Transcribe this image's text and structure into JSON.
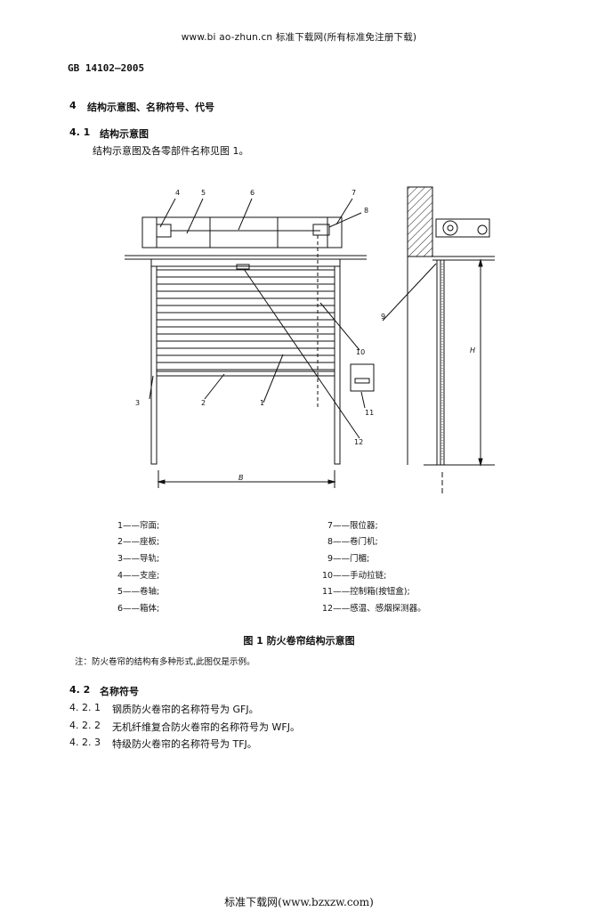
{
  "header": {
    "site": "www.bi ao-zhun.cn   标准下载网(所有标准免注册下载)"
  },
  "standard": {
    "code": "GB 14102—2005"
  },
  "section4": {
    "num": "4",
    "title": "结构示意图、名称符号、代号"
  },
  "section41": {
    "num": "4. 1",
    "title": "结构示意图",
    "text": "结构示意图及各零部件名称见图 1。"
  },
  "figure": {
    "callouts": [
      "1",
      "2",
      "3",
      "4",
      "5",
      "6",
      "7",
      "8",
      "9",
      "10",
      "11",
      "12"
    ],
    "dim_b": "B",
    "dim_h": "H",
    "legend_left": [
      {
        "num": "1",
        "label": "帘面;"
      },
      {
        "num": "2",
        "label": "座板;"
      },
      {
        "num": "3",
        "label": "导轨;"
      },
      {
        "num": "4",
        "label": "支座;"
      },
      {
        "num": "5",
        "label": "卷轴;"
      },
      {
        "num": "6",
        "label": "箱体;"
      }
    ],
    "legend_right": [
      {
        "num": "7",
        "label": "限位器;"
      },
      {
        "num": "8",
        "label": "卷门机;"
      },
      {
        "num": "9",
        "label": "门楣;"
      },
      {
        "num": "10",
        "label": "手动拉链;"
      },
      {
        "num": "11",
        "label": "控制箱(按钮盒);"
      },
      {
        "num": "12",
        "label": "感温、感烟探测器。"
      }
    ],
    "title": "图 1   防火卷帘结构示意图",
    "note": "注：防火卷帘的结构有多种形式,此图仅是示例。"
  },
  "section42": {
    "num": "4. 2",
    "title": "名称符号",
    "items": [
      {
        "num": "4. 2. 1",
        "text": "钢质防火卷帘的名称符号为 GFJ。"
      },
      {
        "num": "4. 2. 2",
        "text": "无机纤维复合防火卷帘的名称符号为 WFJ。"
      },
      {
        "num": "4. 2. 3",
        "text": "特级防火卷帘的名称符号为 TFJ。"
      }
    ]
  },
  "footer": {
    "text": "标准下载网(www.bzxzw.com)"
  }
}
